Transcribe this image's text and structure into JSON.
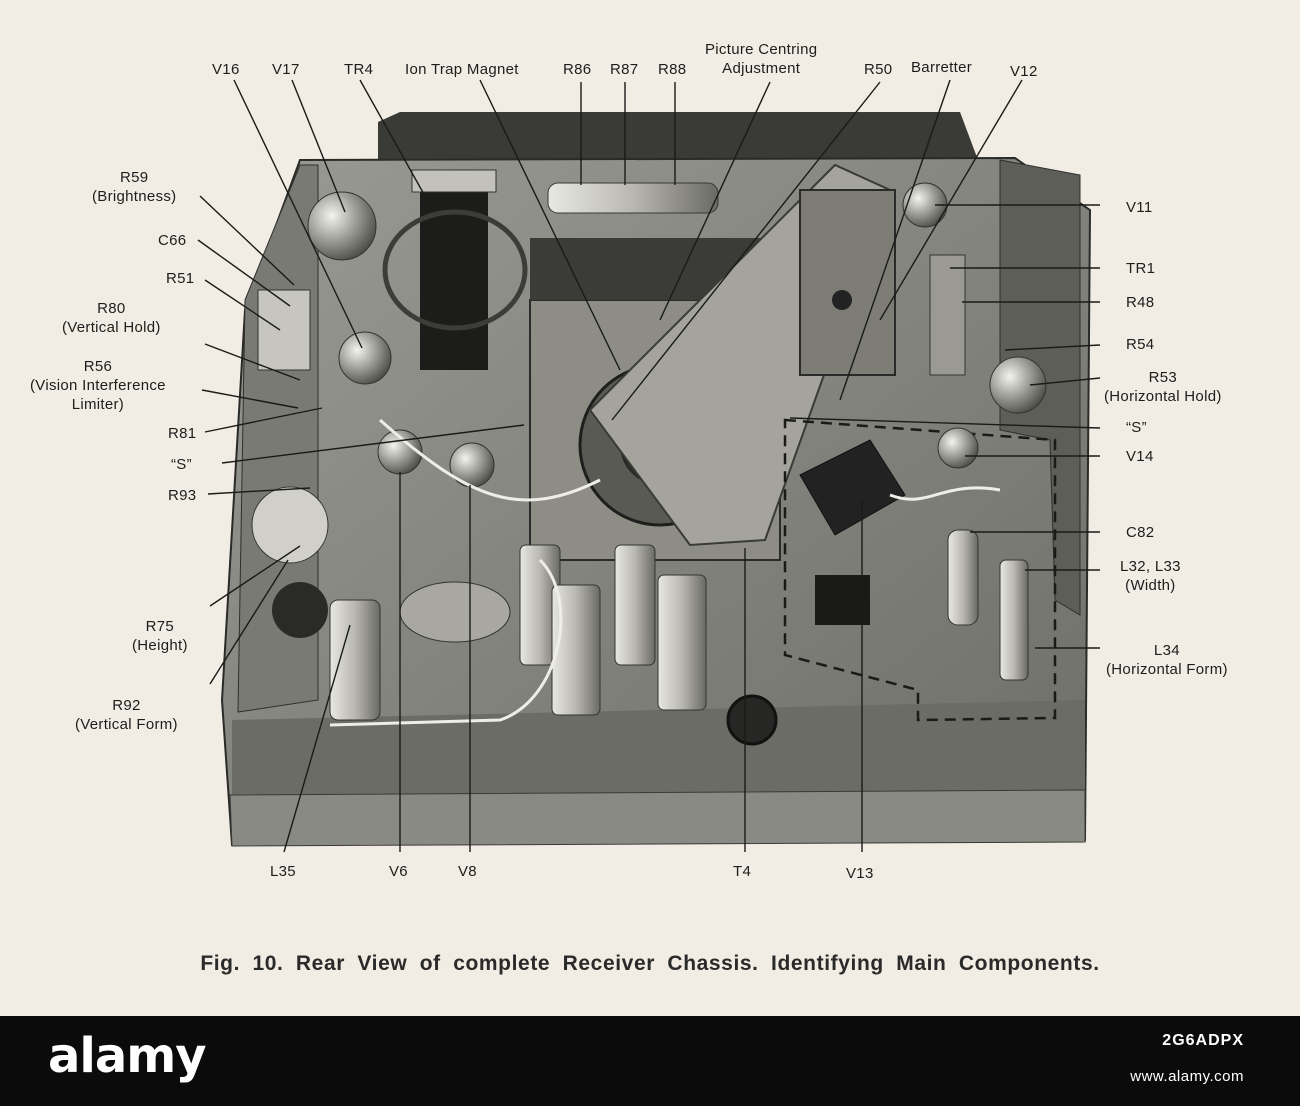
{
  "caption": "Fig. 10.   Rear View of complete Receiver  Chassis.  Identifying Main Components.",
  "labels": {
    "v16": "V16",
    "v17": "V17",
    "tr4": "TR4",
    "ion_trap": "Ion Trap Magnet",
    "r86": "R86",
    "r87": "R87",
    "r88": "R88",
    "picture_centring_1": "Picture Centring",
    "picture_centring_2": "Adjustment",
    "r50": "R50",
    "barretter": "Barretter",
    "v12": "V12",
    "r59": "R59",
    "r59_sub": "(Brightness)",
    "c66": "C66",
    "r51": "R51",
    "r80": "R80",
    "r80_sub": "(Vertical Hold)",
    "r56": "R56",
    "r56_sub1": "(Vision Interference",
    "r56_sub2": "Limiter)",
    "r81": "R81",
    "s_left": "“S”",
    "r93": "R93",
    "r75": "R75",
    "r75_sub": "(Height)",
    "r92": "R92",
    "r92_sub": "(Vertical Form)",
    "v11": "V11",
    "tr1": "TR1",
    "r48": "R48",
    "r54": "R54",
    "r53": "R53",
    "r53_sub": "(Horizontal Hold)",
    "s_right": "“S”",
    "v14": "V14",
    "c82": "C82",
    "l32": "L32, L33",
    "l32_sub": "(Width)",
    "l34": "L34",
    "l34_sub": "(Horizontal Form)",
    "l35": "L35",
    "v6": "V6",
    "v8": "V8",
    "t4": "T4",
    "v13": "V13"
  },
  "watermark": {
    "brand": "alamy",
    "stock_id": "2G6ADPX",
    "site": "www.alamy.com"
  }
}
